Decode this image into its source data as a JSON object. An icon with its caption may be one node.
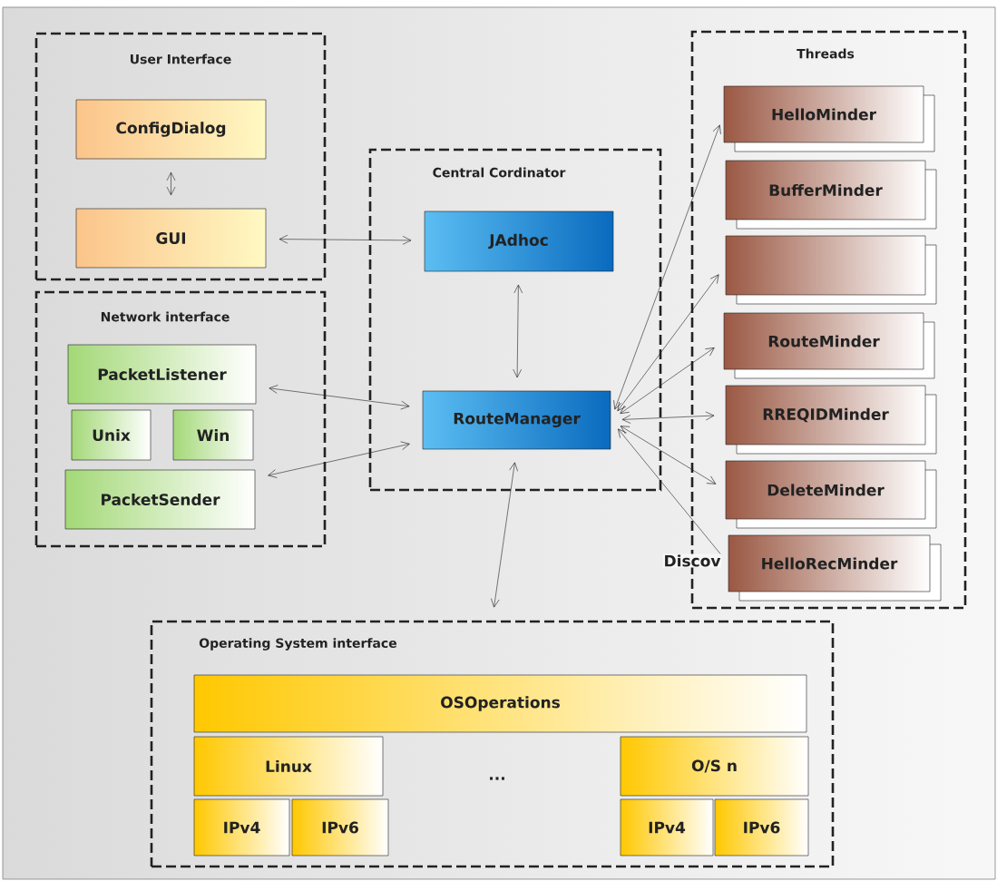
{
  "diagram": {
    "nodes": [
      {
        "text": [
          "User Interface"
        ]
      },
      {
        "text": [
          "ConfigDialog"
        ],
        "in": 0
      },
      {
        "text": [
          "GUI"
        ],
        "in": 0
      },
      {
        "text": [
          "Network interface"
        ]
      },
      {
        "text": [
          "PacketListener"
        ],
        "in": 3
      },
      {
        "text": [
          "Unix"
        ],
        "in": 3
      },
      {
        "text": [
          "Win"
        ],
        "in": 3
      },
      {
        "text": [
          "PacketSender"
        ],
        "in": 3
      },
      {
        "text": [
          "Central Cordinator"
        ]
      },
      {
        "text": [
          "JAdhoc"
        ],
        "in": 8
      },
      {
        "text": [
          "RouteManager"
        ],
        "in": 8
      },
      {
        "text": [
          "Threads"
        ]
      },
      {
        "text": [
          "HelloMinder"
        ],
        "in": 11
      },
      {
        "text": [
          "BufferMinder"
        ],
        "in": 11
      },
      {
        "text": [],
        "shape": "box",
        "in": 11
      },
      {
        "text": [
          "RouteMinder"
        ],
        "in": 11
      },
      {
        "text": [
          "RREQIDMinder"
        ],
        "in": 11
      },
      {
        "text": [
          "DeleteMinder"
        ],
        "in": 11
      },
      {
        "text": [
          "HelloRecMinder"
        ],
        "in": 11
      },
      {
        "text": [
          "Operating System interface"
        ]
      },
      {
        "text": [
          "OSOperations"
        ],
        "in": 19
      },
      {
        "text": [
          "Linux"
        ],
        "in": 19
      },
      {
        "text": [
          "O/S n"
        ],
        "in": 19
      },
      {
        "text": [
          "IPv4"
        ],
        "in": 19
      },
      {
        "text": [
          "IPv6"
        ],
        "in": 19
      },
      {
        "text": [
          "IPv4"
        ],
        "in": 19
      },
      {
        "text": [
          "IPv6"
        ],
        "in": 19
      }
    ],
    "edges": [
      {
        "from": 1,
        "to": 2,
        "arrow": "both"
      },
      {
        "from": 2,
        "to": 9,
        "arrow": "both"
      },
      {
        "from": 9,
        "to": 10,
        "arrow": "both"
      },
      {
        "from": 4,
        "to": 10,
        "arrow": "both"
      },
      {
        "from": 7,
        "to": 10,
        "arrow": "both"
      },
      {
        "from": 10,
        "to": 19,
        "arrow": "both"
      },
      {
        "from": 10,
        "to": 12,
        "arrow": "both"
      },
      {
        "from": 10,
        "to": 14,
        "arrow": "both"
      },
      {
        "from": 10,
        "to": 15,
        "arrow": "both"
      },
      {
        "from": 10,
        "to": 16,
        "arrow": "both"
      },
      {
        "from": 10,
        "to": 17,
        "arrow": "both"
      },
      {
        "from": 18,
        "to": 10,
        "arrow": "to"
      }
    ],
    "labels": [
      "...",
      "Discov"
    ]
  }
}
